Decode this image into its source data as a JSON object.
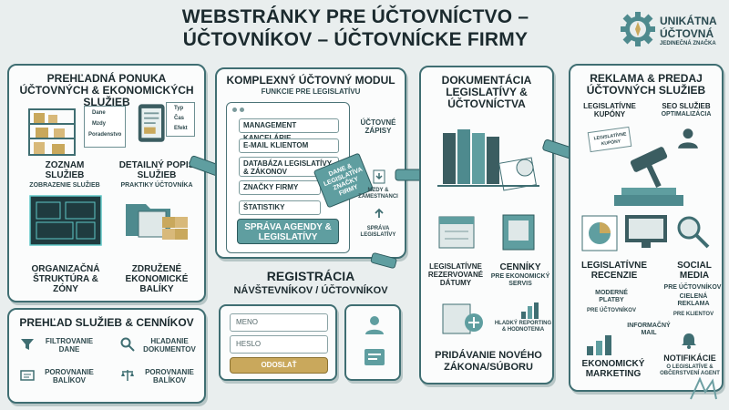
{
  "header": {
    "title_line1": "WEBSTRÁNKY PRE ÚČTOVNÍCTVO –",
    "title_line2": "ÚČTOVNÍKOV – ÚČTOVNÍCKE FIRMY"
  },
  "logo": {
    "line1": "UNIKÁTNA",
    "line2": "ÚČTOVNÁ",
    "line3": "JEDINEČNÁ ZNAČKA",
    "icon": "gear-compass-icon"
  },
  "panel1": {
    "title": "PREHĽADNÁ PONUKA ÚČTOVNÝCH & EKONOMICKÝCH SLUŽIEB",
    "doc_items": [
      "Dane",
      "Mzdy",
      "Poradenstvo"
    ],
    "tablet_items": [
      "Typ",
      "Čas",
      "Efekt"
    ],
    "cells": [
      {
        "label": "ZOZNAM SLUŽIEB",
        "sub": "ZOBRAZENIE SLUŽIEB"
      },
      {
        "label": "DETAILNÝ POPIS SLUŽIEB",
        "sub": "PRAKTIKY ÚČTOVNÍKA"
      },
      {
        "label": "ORGANIZAČNÁ ŠTRUKTÚRA & ZÓNY",
        "sub": ""
      },
      {
        "label": "ZDRUŽENÉ EKONOMICKÉ BALÍKY",
        "sub": ""
      }
    ]
  },
  "panel1b": {
    "title": "PREHĽAD SLUŽIEB & CENNÍKOV",
    "items": [
      "FILTROVANIE DANE",
      "HĽADANIE DOKUMENTOV",
      "POROVNANIE BALÍKOV",
      "POROVNANIE BALÍKOV"
    ]
  },
  "panel2": {
    "title": "KOMPLEXNÝ ÚČTOVNÝ MODUL",
    "subtitle": "FUNKCIE PRE LEGISLATÍVU",
    "menu": [
      "MANAGEMENT KANCELÁRIE",
      "E-MAIL KLIENTOM",
      "DATABÁZA LEGISLATÍVY & ZÁKONOV",
      "ZNAČKY FIRMY",
      "ŠTATISTIKY"
    ],
    "main_button": "SPRÁVA AGENDY & LEGISLATÍVY",
    "side": [
      "ÚČTOVNÉ ZÁPISY",
      "MZDY & ZAMESTNANCI",
      "SPRÁVA LEGISLATÍVY"
    ],
    "book": "DANE & LEGISLATÍVA ZNAČKY FIRMY"
  },
  "registration": {
    "title": "REGISTRÁCIA",
    "subtitle": "NÁVŠTEVNÍKOV / ÚČTOVNÍKOV",
    "name_placeholder": "MENO",
    "password_placeholder": "HESLO",
    "submit": "ODOSLAŤ"
  },
  "panel3": {
    "title": "DOKUMENTÁCIA LEGISLATÍVY & ÚČTOVNÍCTVA",
    "items": [
      {
        "label": "LEGISLATÍVNE REZERVOVANÉ DÁTUMY"
      },
      {
        "label": "CENNÍKY",
        "sub": "PRE EKONOMICKÝ SERVIS"
      }
    ],
    "reporting": "HLADKÝ REPORTING & HODNOTENIA",
    "bottom": "PRIDÁVANIE NOVÉHO ZÁKONA/SÚBORU"
  },
  "panel4": {
    "title": "REKLAMA & PREDAJ ÚČTOVNÝCH SLUŽIEB",
    "top_left": "LEGISLATÍVNE KUPÓNY",
    "top_right": "SEO SLUŽIEB",
    "top_right_sub": "OPTIMALIZÁCIA",
    "coupon": "LEGISLATÍVNE KUPÓNY",
    "mid_left": "LEGISLATÍVNE RECENZIE",
    "mid_right": "SOCIAL MEDIA",
    "mid_right_sub": "PRE ÚČTOVNÍKOV",
    "small1": "MODERNÉ PLATBY",
    "small1_sub": "PRE ÚČTOVNÍKOV",
    "small2": "CIELENÁ REKLAMA",
    "small2_sub": "PRE KLIENTOV",
    "small3": "INFORMAČNÝ MAIL",
    "bottom_left": "EKONOMICKÝ MARKETING",
    "bottom_right": "NOTIFIKÁCIE",
    "bottom_right_sub": "O LEGISLATÍVE & OBČERSTVENÍ AGENT"
  },
  "colors": {
    "teal": "#5f9ea0",
    "dark_teal": "#3b5d61",
    "gold": "#c9a85c",
    "bg": "#e9eeee"
  }
}
